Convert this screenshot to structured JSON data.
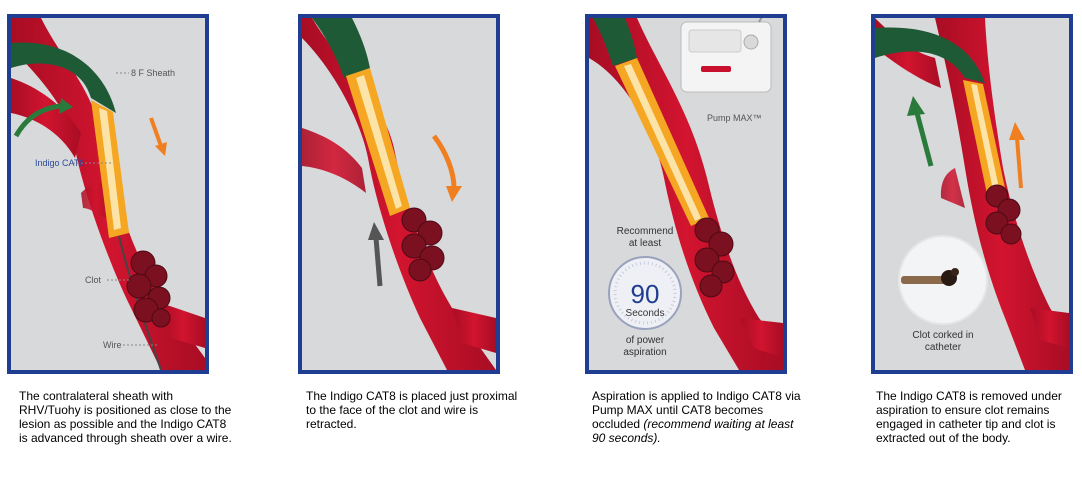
{
  "panels": [
    {
      "labels": {
        "sheath": "8 F Sheath",
        "catheter": "Indigo CAT8",
        "clot": "Clot",
        "wire": "Wire"
      },
      "caption": "The contralateral sheath with RHV/Tuohy is positioned as close to the lesion as possible and the Indigo CAT8 is advanced through sheath over a wire."
    },
    {
      "caption": "The Indigo CAT8 is placed just proximal to the face of the clot and wire is retracted."
    },
    {
      "labels": {
        "pump": "Pump MAX™",
        "recommend_line1": "Recommend",
        "recommend_line2": "at least",
        "timer_value": "90",
        "timer_unit": "Seconds",
        "power_line1": "of power",
        "power_line2": "aspiration"
      },
      "caption": "Aspiration is applied to Indigo CAT8 via Pump MAX until CAT8 becomes occluded",
      "caption_italic": "(recommend waiting at least 90 seconds)."
    },
    {
      "labels": {
        "corked_line1": "Clot corked in",
        "corked_line2": "catheter"
      },
      "caption": "The Indigo CAT8 is removed under aspiration to ensure clot remains engaged in catheter tip and clot is extracted out of the body."
    }
  ],
  "colors": {
    "frame": "#1f3d91",
    "background": "#d8d9da",
    "vessel": "#c8102e",
    "sheath": "#1f5a36",
    "catheter": "#f5a623",
    "clot": "#7a1020",
    "arrow_orange": "#f07f22",
    "arrow_green": "#2a7a3b",
    "arrow_gray": "#555555"
  }
}
